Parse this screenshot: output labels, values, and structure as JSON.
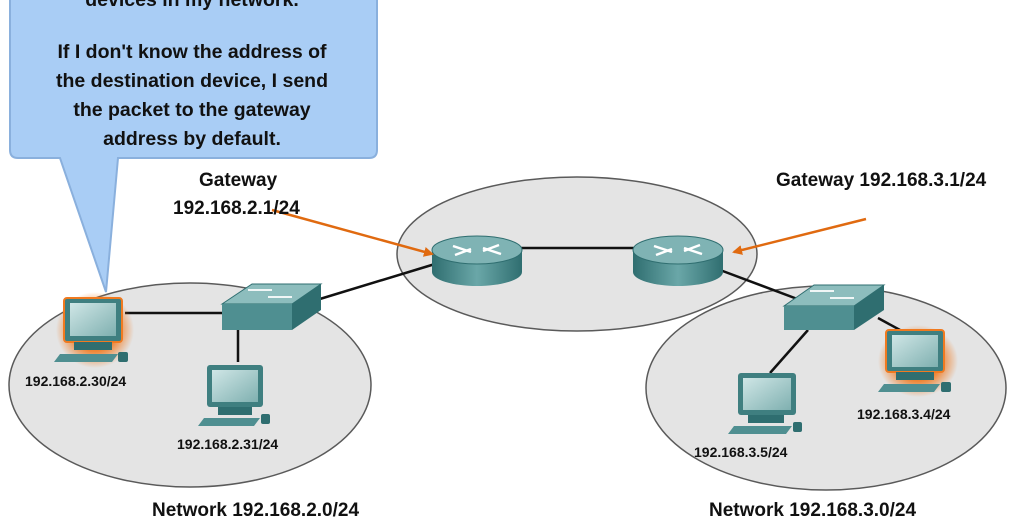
{
  "callout": {
    "line_partial": "devices in my network.",
    "lines": [
      "If I don't know the address of",
      "the destination device, I send",
      "the packet to the gateway",
      "address by default."
    ]
  },
  "gateway_left": {
    "line1": "Gateway",
    "line2": "192.168.2.1/24"
  },
  "gateway_right": "Gateway 192.168.3.1/24",
  "hosts": {
    "pc_left_top": "192.168.2.30/24",
    "pc_left_bottom": "192.168.2.31/24",
    "pc_right_top": "192.168.3.4/24",
    "pc_right_bottom": "192.168.3.5/24"
  },
  "networks": {
    "left": "Network 192.168.2.0/24",
    "right": "Network 192.168.3.0/24"
  },
  "colors": {
    "callout_fill": "#a9cdf5",
    "callout_border": "#8ab0dd",
    "network_fill": "#e4e4e4",
    "device_teal": "#4f8f91",
    "arrow": "#e06a10",
    "highlight": "#f07a20"
  }
}
